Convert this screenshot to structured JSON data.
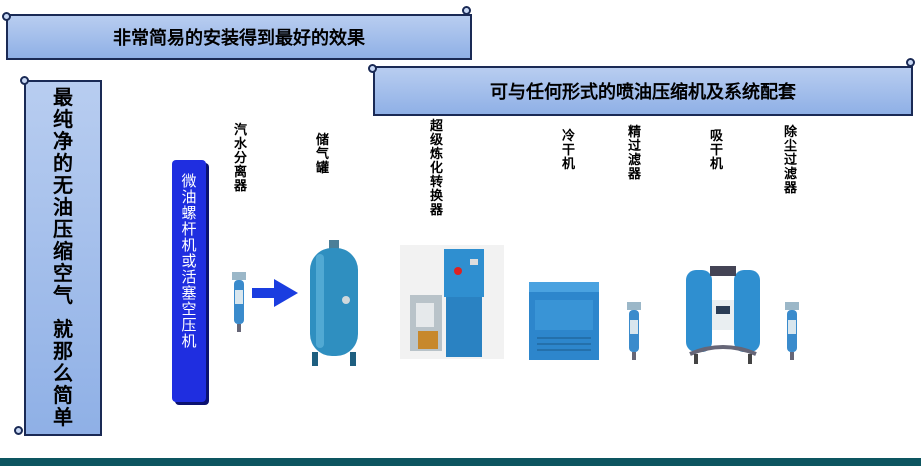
{
  "title_banner": "非常简易的安装得到最好的效果",
  "compat_banner": "可与任何形式的喷油压缩机及系统配套",
  "side_banner": [
    "最",
    "纯",
    "净",
    "的",
    "无",
    "油",
    "压",
    "缩",
    "空",
    "气",
    "",
    "就",
    "那",
    "么",
    "简",
    "单"
  ],
  "compressor_label": [
    "微",
    "油",
    "螺",
    "杆",
    "机",
    "或",
    "活",
    "塞",
    "空",
    "压",
    "机"
  ],
  "components": {
    "water_separator": [
      "汽",
      "水",
      "分",
      "离",
      "器"
    ],
    "air_receiver": [
      "储",
      "气",
      "罐"
    ],
    "catalytic_converter": [
      "超",
      "级",
      "炼",
      "化",
      "转",
      "换",
      "器"
    ],
    "refrigerated_dryer": [
      "冷",
      "干",
      "机"
    ],
    "precision_filter": [
      "精",
      "过",
      "滤",
      "器"
    ],
    "desiccant_dryer": [
      "吸",
      "干",
      "机"
    ],
    "dust_filter": [
      "除",
      "尘",
      "过",
      "滤",
      "器"
    ]
  },
  "colors": {
    "banner": "#a9c1ee",
    "compressor": "#1f2ee0",
    "equipment": "#2f8ed0",
    "arrow": "#1a3de0"
  }
}
